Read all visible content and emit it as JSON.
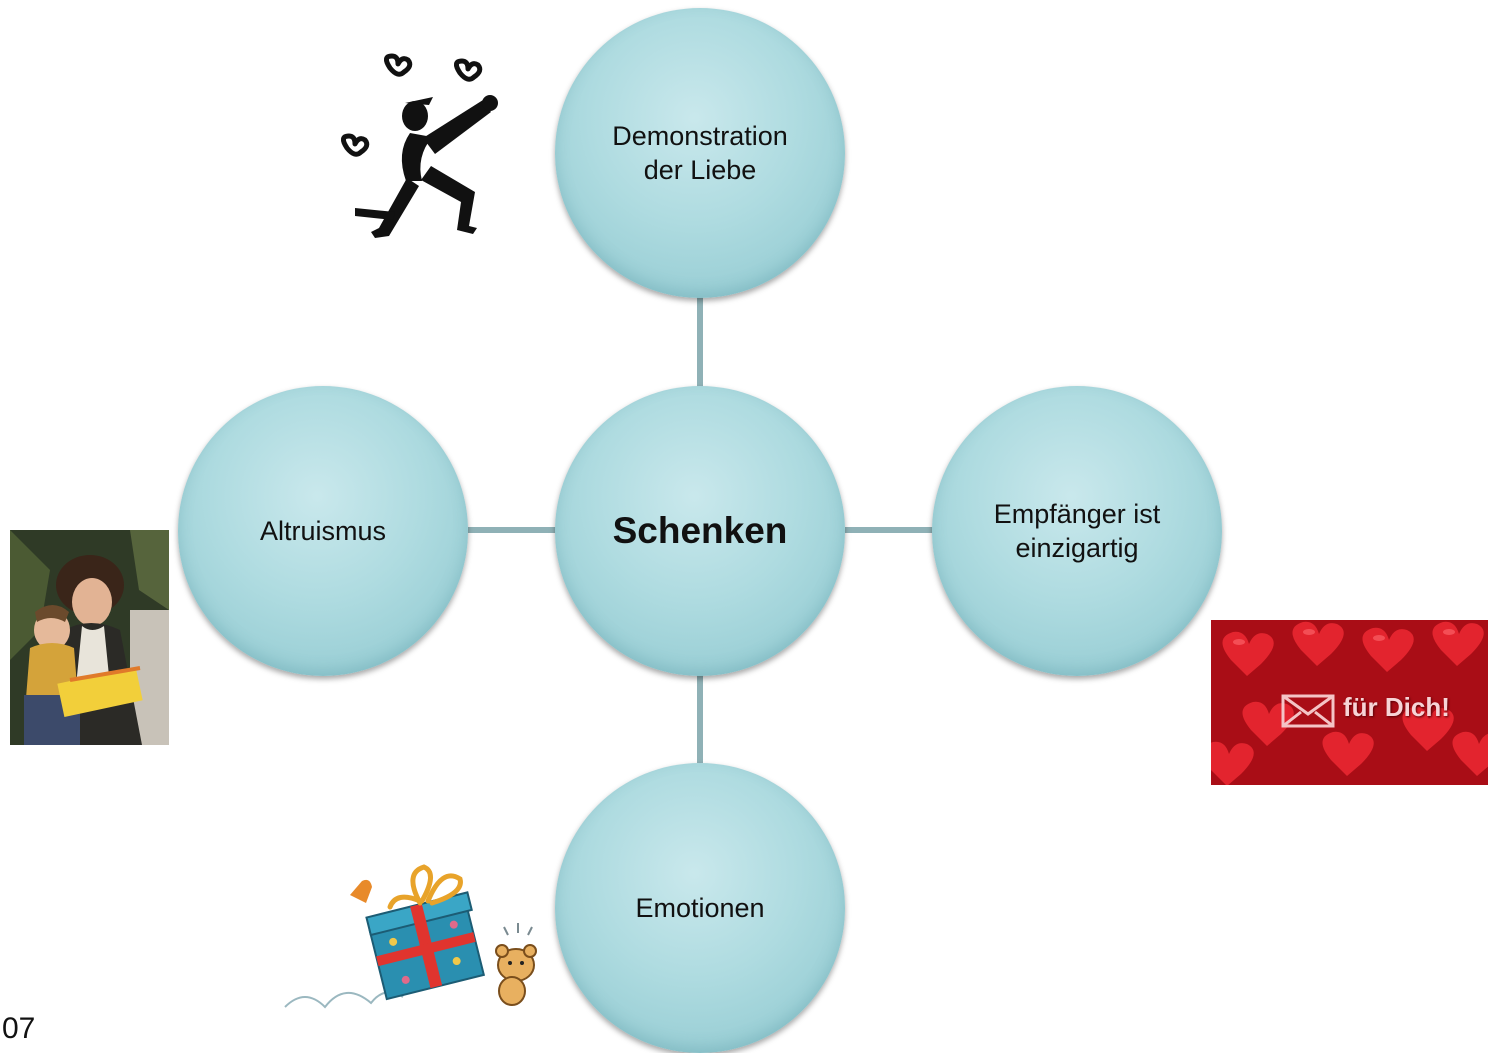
{
  "diagram": {
    "center": "Schenken",
    "top": "Demonstration der Liebe",
    "right": "Empfänger ist einzigartig",
    "bottom": "Emotionen",
    "left": "Altruismus"
  },
  "images": {
    "top_left": "kneeling-figure-hearts-clipart",
    "left": "photo-grandmother-with-child-and-gift",
    "right": "red-hearts-candy-card",
    "bottom_left": "bouncing-gift-box-teddy-clipart"
  },
  "card": {
    "text": "für Dich!"
  },
  "footer": {
    "page_number": "07"
  },
  "colors": {
    "node_fill": "#aedbe0",
    "connector": "#8fb1b6",
    "card_red": "#d3141d"
  }
}
